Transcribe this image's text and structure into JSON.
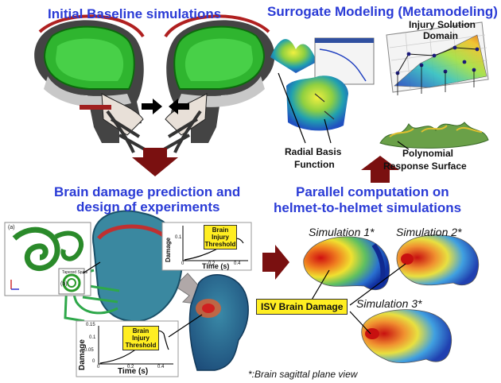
{
  "headings": {
    "initial": "Initial Baseline simulations",
    "surrogate": "Surrogate Modeling (Metamodeling)",
    "brain_damage_line1": "Brain damage prediction and",
    "brain_damage_line2": "design of experiments",
    "parallel_line1": "Parallel computation on",
    "parallel_line2": "helmet-to-helmet  simulations"
  },
  "labels": {
    "injury_domain_line1": "Injury Solution",
    "injury_domain_line2": "Domain",
    "rbf_line1": "Radial Basis",
    "rbf_line2": "Function",
    "prs_line1": "Polynomial",
    "prs_line2": "Response Surface",
    "isv": "ISV Brain Damage",
    "footnote": "*:Brain sagittal plane view",
    "inset_a": "(a)",
    "inset_b": "(b)",
    "inset_caption": "Tapered Spiral"
  },
  "simulations": [
    "Simulation 1*",
    "Simulation 2*",
    "Simulation 3*"
  ],
  "graph_small": {
    "threshold_line1": "Brain",
    "threshold_line2": "Injury",
    "threshold_line3": "Threshold",
    "ylabel": "Damage",
    "xlabel": "Time (s)",
    "yticks": [
      "0.1"
    ],
    "xticks": [
      "0",
      "0.2",
      "0.4"
    ]
  },
  "graph_large": {
    "threshold_line1": "Brain",
    "threshold_line2": "Injury",
    "threshold_line3": "Threshold",
    "ylabel": "Damage",
    "xlabel": "Time (s)",
    "yticks": [
      "0.15",
      "0.1",
      "0.05",
      "0"
    ],
    "xticks": [
      "0",
      "0.2",
      "0.4"
    ]
  },
  "colors": {
    "heading": "#2a3bd6",
    "arrow": "#7a1010",
    "highlight": "#ffee22"
  }
}
